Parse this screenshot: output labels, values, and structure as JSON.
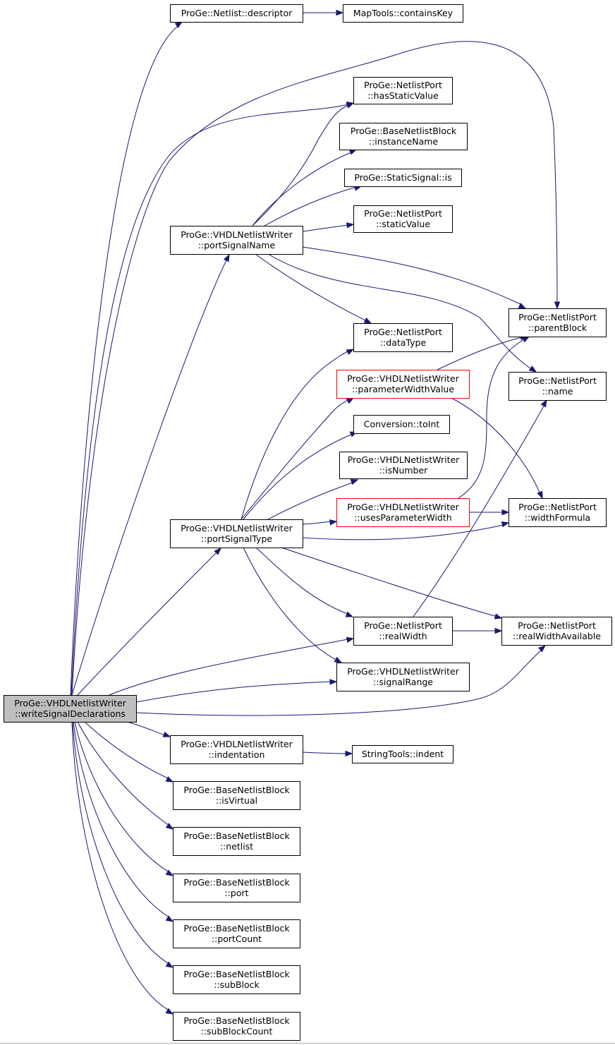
{
  "diagram": {
    "type": "call-graph",
    "colors": {
      "edge": "#191970",
      "root_fill": "#bfbfbf",
      "highlight_border": "#ff0000",
      "node_border": "#000000"
    },
    "nodes": [
      {
        "id": "writeSignalDeclarations",
        "lines": [
          "ProGe::VHDLNetlistWriter",
          "::writeSignalDeclarations"
        ],
        "style": "root"
      },
      {
        "id": "descriptor",
        "lines": [
          "ProGe::Netlist::descriptor"
        ]
      },
      {
        "id": "containsKey",
        "lines": [
          "MapTools::containsKey"
        ]
      },
      {
        "id": "hasStaticValue",
        "lines": [
          "ProGe::NetlistPort",
          "::hasStaticValue"
        ]
      },
      {
        "id": "instanceName",
        "lines": [
          "ProGe::BaseNetlistBlock",
          "::instanceName"
        ]
      },
      {
        "id": "staticSignalIs",
        "lines": [
          "ProGe::StaticSignal::is"
        ]
      },
      {
        "id": "staticValue",
        "lines": [
          "ProGe::NetlistPort",
          "::staticValue"
        ]
      },
      {
        "id": "portSignalName",
        "lines": [
          "ProGe::VHDLNetlistWriter",
          "::portSignalName"
        ]
      },
      {
        "id": "parentBlock",
        "lines": [
          "ProGe::NetlistPort",
          "::parentBlock"
        ]
      },
      {
        "id": "dataType",
        "lines": [
          "ProGe::NetlistPort",
          "::dataType"
        ]
      },
      {
        "id": "parameterWidthValue",
        "lines": [
          "ProGe::VHDLNetlistWriter",
          "::parameterWidthValue"
        ],
        "style": "red"
      },
      {
        "id": "portName",
        "lines": [
          "ProGe::NetlistPort",
          "::name"
        ]
      },
      {
        "id": "toInt",
        "lines": [
          "Conversion::toInt"
        ]
      },
      {
        "id": "isNumber",
        "lines": [
          "ProGe::VHDLNetlistWriter",
          "::isNumber"
        ]
      },
      {
        "id": "usesParameterWidth",
        "lines": [
          "ProGe::VHDLNetlistWriter",
          "::usesParameterWidth"
        ],
        "style": "red"
      },
      {
        "id": "widthFormula",
        "lines": [
          "ProGe::NetlistPort",
          "::widthFormula"
        ]
      },
      {
        "id": "portSignalType",
        "lines": [
          "ProGe::VHDLNetlistWriter",
          "::portSignalType"
        ]
      },
      {
        "id": "realWidth",
        "lines": [
          "ProGe::NetlistPort",
          "::realWidth"
        ]
      },
      {
        "id": "realWidthAvailable",
        "lines": [
          "ProGe::NetlistPort",
          "::realWidthAvailable"
        ]
      },
      {
        "id": "signalRange",
        "lines": [
          "ProGe::VHDLNetlistWriter",
          "::signalRange"
        ]
      },
      {
        "id": "indentation",
        "lines": [
          "ProGe::VHDLNetlistWriter",
          "::indentation"
        ]
      },
      {
        "id": "stringIndent",
        "lines": [
          "StringTools::indent"
        ]
      },
      {
        "id": "isVirtual",
        "lines": [
          "ProGe::BaseNetlistBlock",
          "::isVirtual"
        ]
      },
      {
        "id": "netlist",
        "lines": [
          "ProGe::BaseNetlistBlock",
          "::netlist"
        ]
      },
      {
        "id": "blockPort",
        "lines": [
          "ProGe::BaseNetlistBlock",
          "::port"
        ]
      },
      {
        "id": "portCount",
        "lines": [
          "ProGe::BaseNetlistBlock",
          "::portCount"
        ]
      },
      {
        "id": "subBlock",
        "lines": [
          "ProGe::BaseNetlistBlock",
          "::subBlock"
        ]
      },
      {
        "id": "subBlockCount",
        "lines": [
          "ProGe::BaseNetlistBlock",
          "::subBlockCount"
        ]
      }
    ],
    "edges": [
      {
        "from": "writeSignalDeclarations",
        "to": "descriptor"
      },
      {
        "from": "descriptor",
        "to": "containsKey"
      },
      {
        "from": "writeSignalDeclarations",
        "to": "hasStaticValue"
      },
      {
        "from": "writeSignalDeclarations",
        "to": "parentBlock"
      },
      {
        "from": "writeSignalDeclarations",
        "to": "portSignalName"
      },
      {
        "from": "writeSignalDeclarations",
        "to": "portSignalType"
      },
      {
        "from": "writeSignalDeclarations",
        "to": "realWidth"
      },
      {
        "from": "writeSignalDeclarations",
        "to": "signalRange"
      },
      {
        "from": "writeSignalDeclarations",
        "to": "realWidthAvailable"
      },
      {
        "from": "writeSignalDeclarations",
        "to": "indentation"
      },
      {
        "from": "writeSignalDeclarations",
        "to": "isVirtual"
      },
      {
        "from": "writeSignalDeclarations",
        "to": "netlist"
      },
      {
        "from": "writeSignalDeclarations",
        "to": "blockPort"
      },
      {
        "from": "writeSignalDeclarations",
        "to": "portCount"
      },
      {
        "from": "writeSignalDeclarations",
        "to": "subBlock"
      },
      {
        "from": "writeSignalDeclarations",
        "to": "subBlockCount"
      },
      {
        "from": "portSignalName",
        "to": "hasStaticValue"
      },
      {
        "from": "portSignalName",
        "to": "instanceName"
      },
      {
        "from": "portSignalName",
        "to": "staticSignalIs"
      },
      {
        "from": "portSignalName",
        "to": "staticValue"
      },
      {
        "from": "portSignalName",
        "to": "parentBlock"
      },
      {
        "from": "portSignalName",
        "to": "dataType"
      },
      {
        "from": "portSignalName",
        "to": "portName"
      },
      {
        "from": "portSignalType",
        "to": "dataType"
      },
      {
        "from": "portSignalType",
        "to": "parameterWidthValue"
      },
      {
        "from": "portSignalType",
        "to": "toInt"
      },
      {
        "from": "portSignalType",
        "to": "isNumber"
      },
      {
        "from": "portSignalType",
        "to": "usesParameterWidth"
      },
      {
        "from": "portSignalType",
        "to": "widthFormula"
      },
      {
        "from": "portSignalType",
        "to": "realWidth"
      },
      {
        "from": "portSignalType",
        "to": "realWidthAvailable"
      },
      {
        "from": "portSignalType",
        "to": "signalRange"
      },
      {
        "from": "parameterWidthValue",
        "to": "parentBlock"
      },
      {
        "from": "parameterWidthValue",
        "to": "widthFormula"
      },
      {
        "from": "usesParameterWidth",
        "to": "parentBlock"
      },
      {
        "from": "usesParameterWidth",
        "to": "widthFormula"
      },
      {
        "from": "realWidth",
        "to": "portName"
      },
      {
        "from": "realWidth",
        "to": "realWidthAvailable"
      },
      {
        "from": "indentation",
        "to": "stringIndent"
      }
    ]
  }
}
